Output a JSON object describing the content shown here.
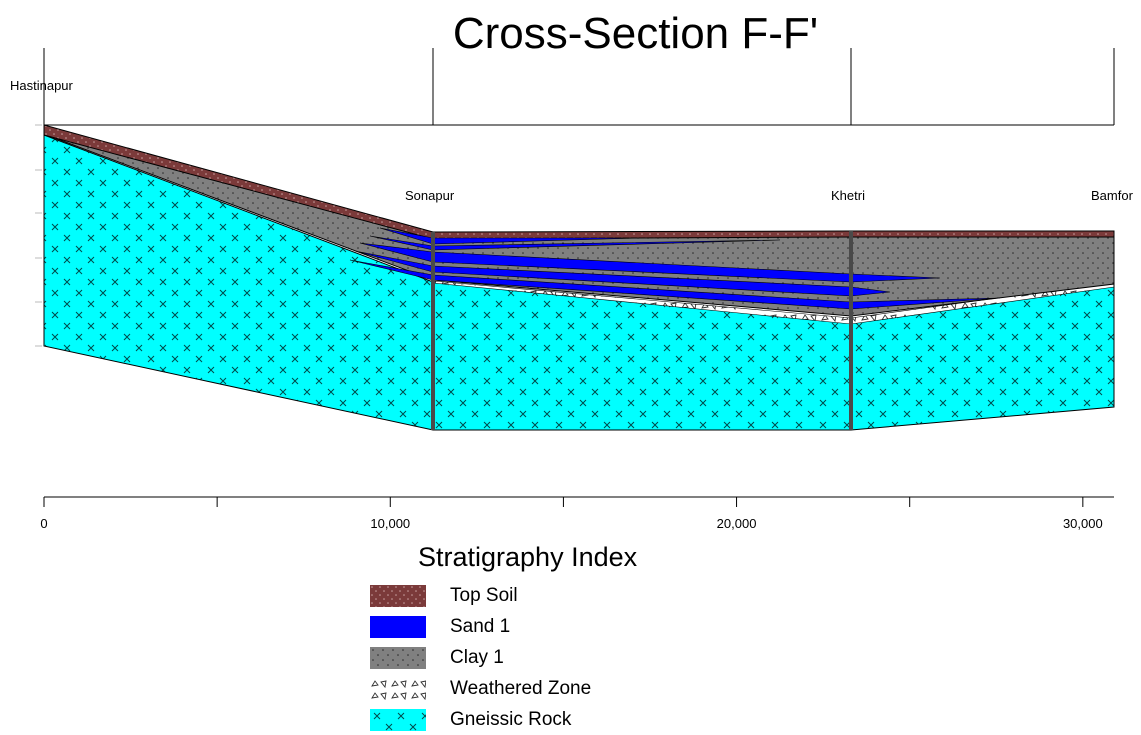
{
  "title": "Cross-Section F-F'",
  "wells": [
    {
      "name": "Hastinapur",
      "distance": 0
    },
    {
      "name": "Sonapur",
      "distance": 11200
    },
    {
      "name": "Khetri",
      "distance": 23300
    },
    {
      "name": "Bamfor",
      "distance": 30900
    }
  ],
  "distance_axis": {
    "ticks": [
      0,
      5000,
      10000,
      15000,
      20000,
      25000,
      30000
    ],
    "tick_labels": [
      "0",
      "10,000",
      "20,000",
      "30,000"
    ],
    "range": [
      0,
      30900
    ]
  },
  "legend": {
    "title": "Stratigraphy Index",
    "items": [
      {
        "label": "Top Soil",
        "pattern": "top-soil",
        "color": "#7b3a3a"
      },
      {
        "label": "Sand 1",
        "pattern": "sand",
        "color": "#0000ff"
      },
      {
        "label": "Clay 1",
        "pattern": "clay",
        "color": "#808080"
      },
      {
        "label": "Weathered Zone",
        "pattern": "weathered",
        "color": "#ffffff"
      },
      {
        "label": "Gneissic Rock",
        "pattern": "gneiss",
        "color": "#00ffff"
      }
    ]
  }
}
